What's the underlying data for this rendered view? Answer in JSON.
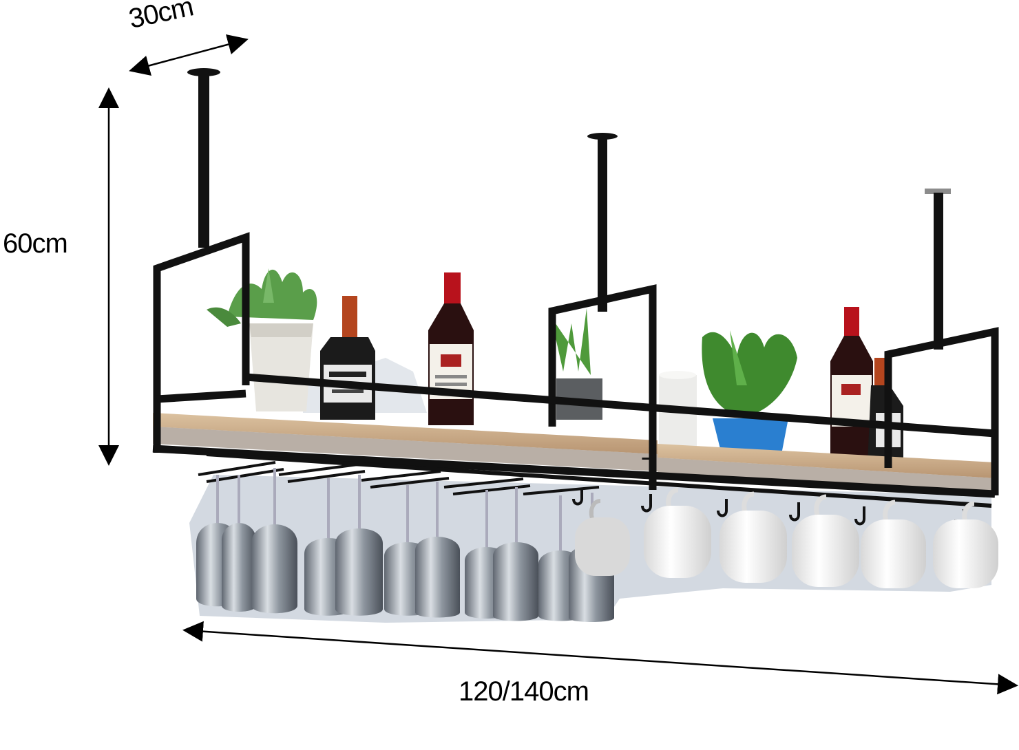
{
  "dimensions": {
    "depth": "30cm",
    "height": "60cm",
    "width": "120/140cm"
  },
  "colors": {
    "frame": "#111111",
    "shelf_wood": "#c9a883",
    "wall_shadow": "#cdd3dc",
    "bottle_red": "#b8121c",
    "plant_green": "#3f8a2e",
    "pot_blue": "#2a7fd0",
    "mug_white": "#f6f6f6",
    "glass": "#9aa3ad"
  }
}
